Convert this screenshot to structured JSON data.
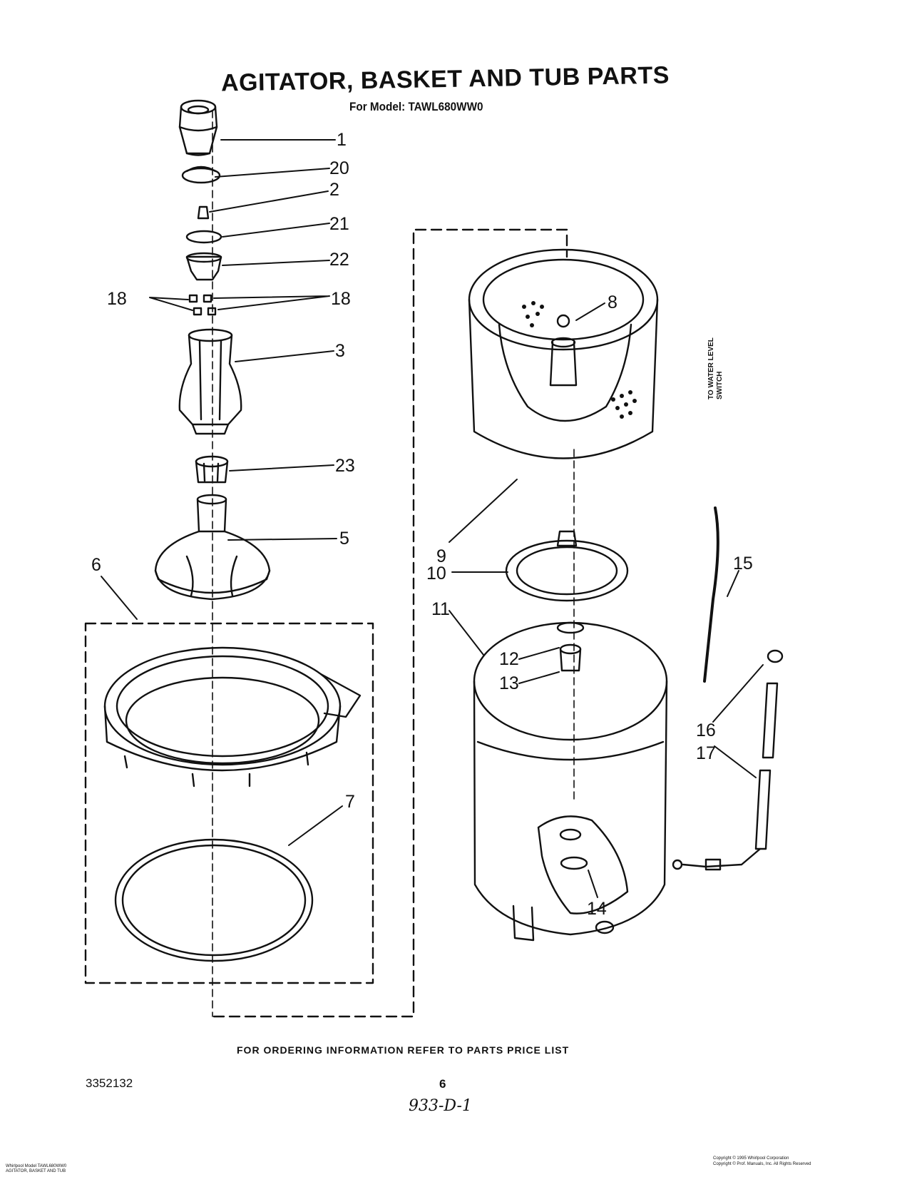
{
  "title": "AGITATOR, BASKET AND TUB PARTS",
  "model_line": "For Model: TAWL680WW0",
  "ordering_note": "FOR ORDERING INFORMATION REFER TO PARTS PRICE LIST",
  "part_number": "3352132",
  "page_number": "6",
  "handwritten_note": "933-D-1",
  "water_level_note": [
    "TO WATER LEVEL",
    "SWITCH"
  ],
  "callouts": [
    "1",
    "20",
    "2",
    "21",
    "22",
    "18",
    "18",
    "3",
    "23",
    "5",
    "6",
    "7",
    "8",
    "9",
    "10",
    "11",
    "12",
    "13",
    "14",
    "15",
    "16",
    "17"
  ],
  "footer_left": [
    "Whirlpool Model TAWL680WW0",
    "AGITATOR, BASKET AND TUB"
  ],
  "footer_right": [
    "Copyright © 1995 Whirlpool Corporation",
    "Copyright © Prof. Manuals, Inc. All Rights Reserved"
  ]
}
